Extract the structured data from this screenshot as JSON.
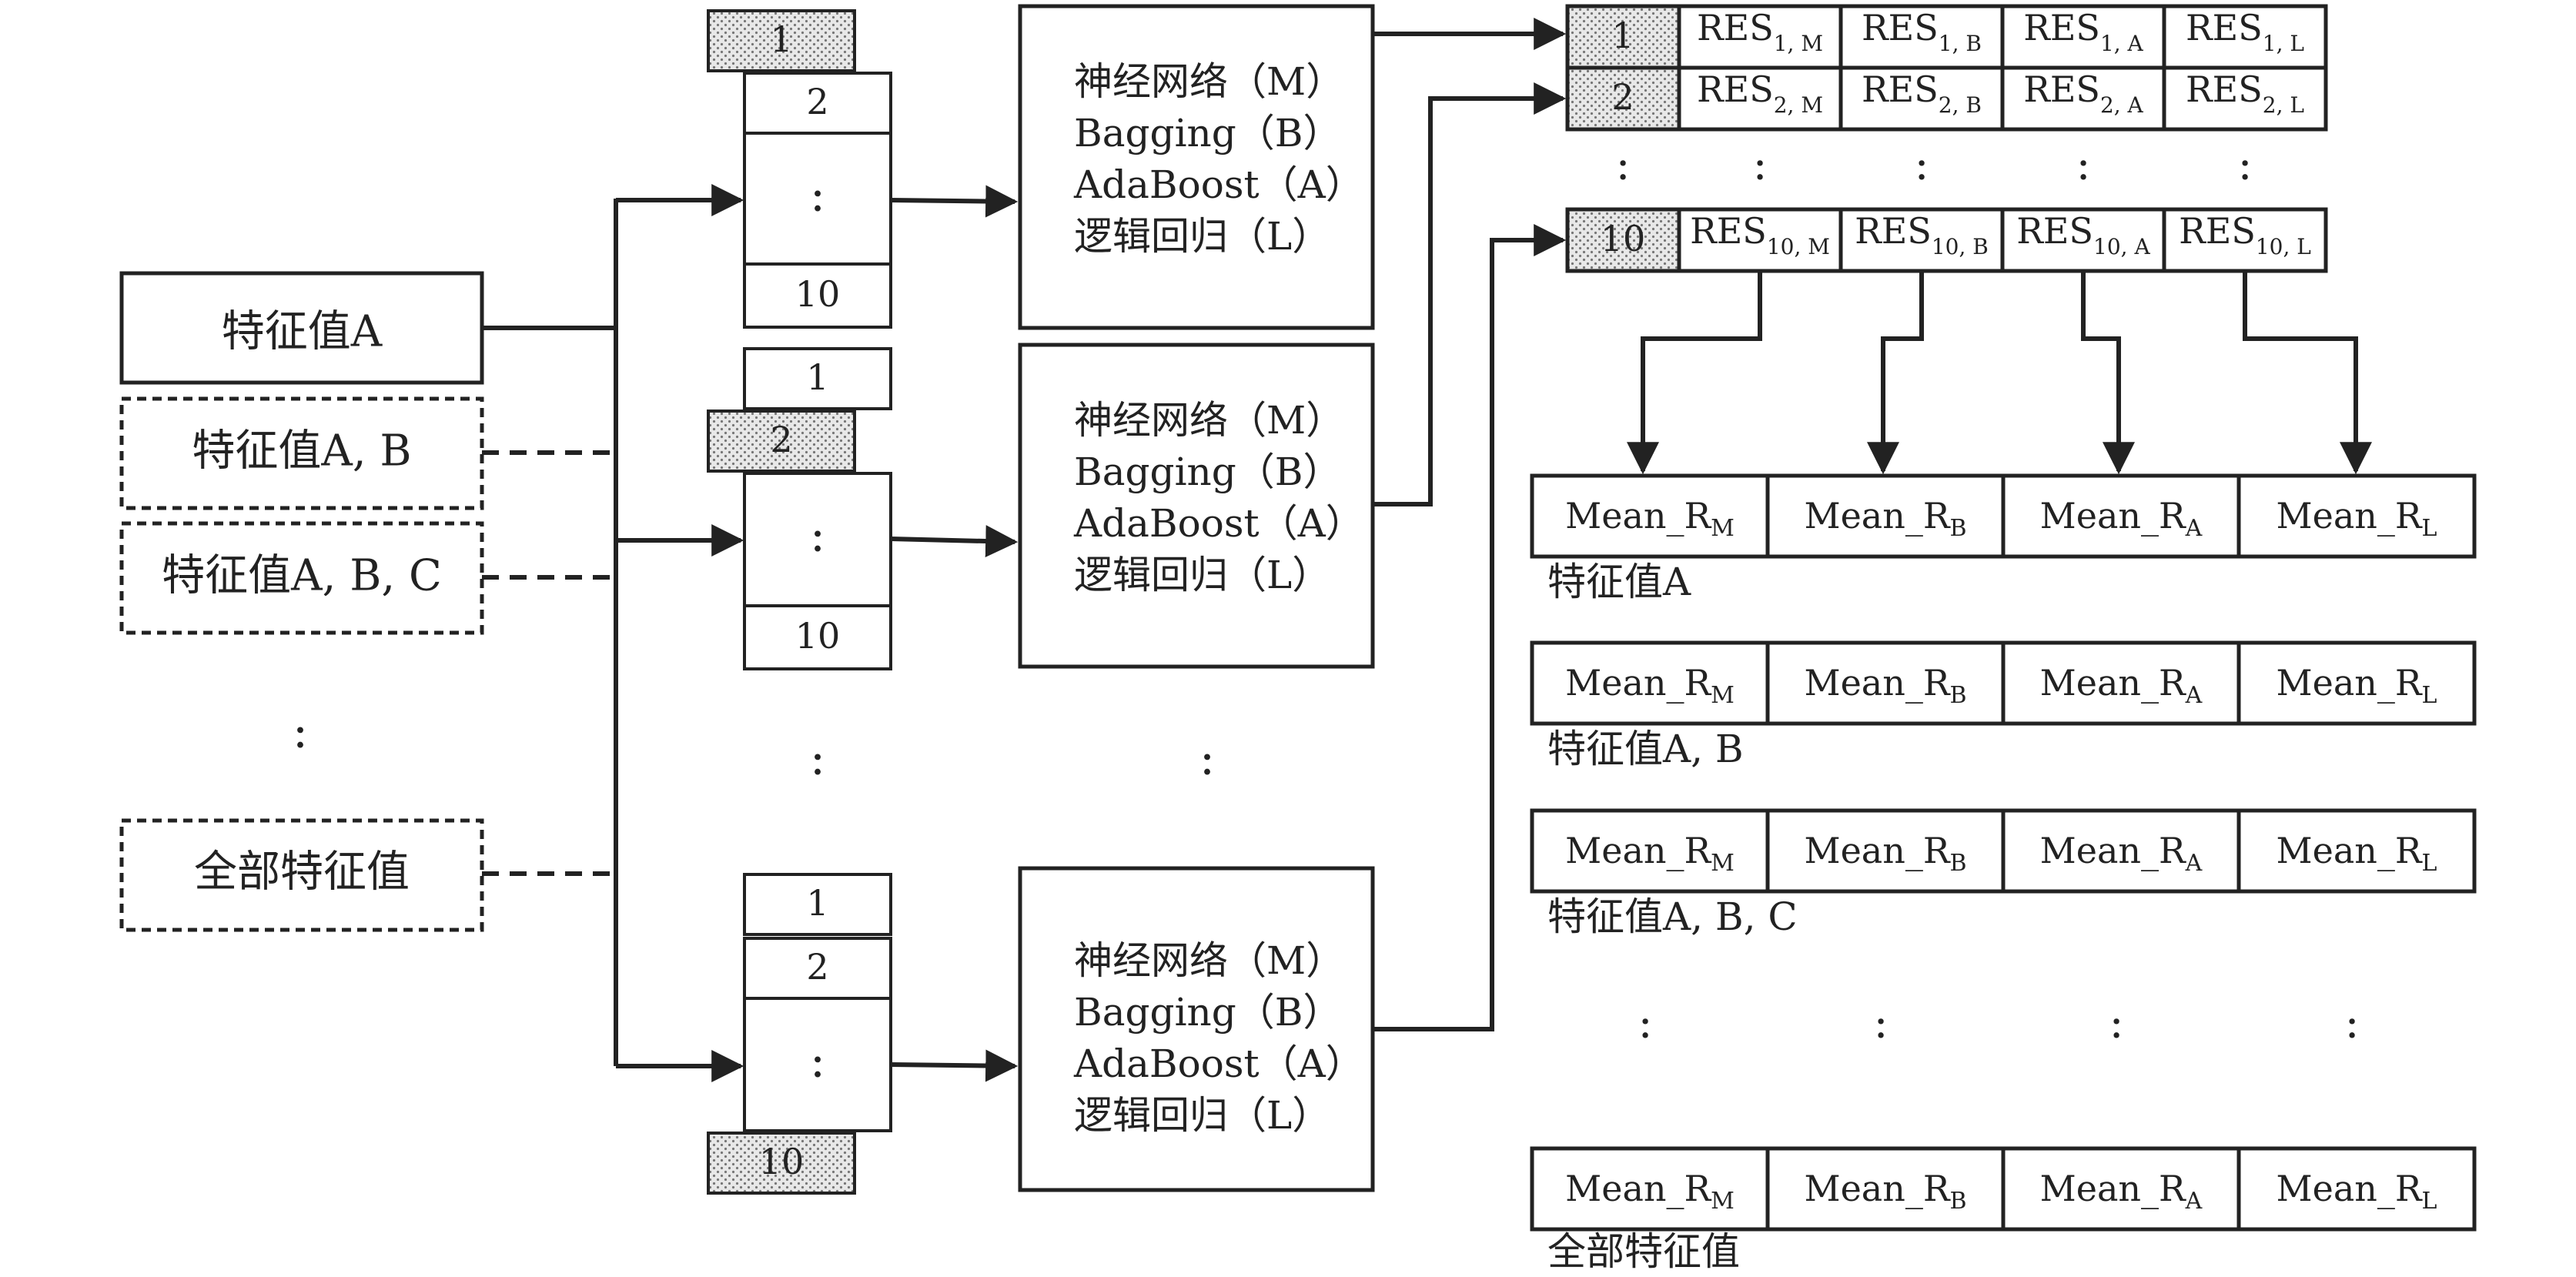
{
  "colors": {
    "stroke": "#222222",
    "background": "#ffffff",
    "dot_fill": "#d9d9d9"
  },
  "features": {
    "a": "特征值A",
    "ab": "特征值A, B",
    "abc": "特征值A, B, C",
    "all": "全部特征值",
    "ellipsis": ":"
  },
  "folds": {
    "one": "1",
    "two": "2",
    "ten": "10",
    "ellipsis": ":",
    "group_ellipsis": ":"
  },
  "models": {
    "m": "神经网络（M）",
    "b": "Bagging（B）",
    "a": "AdaBoost（A）",
    "l": "逻辑回归（L）",
    "ellipsis": ":"
  },
  "results": {
    "prefix": "RES",
    "rows": [
      {
        "fold": "1",
        "subs": [
          "1, M",
          "1, B",
          "1, A",
          "1, L"
        ]
      },
      {
        "fold": "2",
        "subs": [
          "2, M",
          "2, B",
          "2, A",
          "2, L"
        ]
      },
      {
        "fold": "10",
        "subs": [
          "10, M",
          "10, B",
          "10, A",
          "10, L"
        ]
      }
    ],
    "ellipsis": ":"
  },
  "means": {
    "prefix": "Mean_R",
    "subs": [
      "M",
      "B",
      "A",
      "L"
    ],
    "labels": [
      "特征值A",
      "特征值A, B",
      "特征值A, B, C",
      "全部特征值"
    ],
    "ellipsis": ":"
  }
}
